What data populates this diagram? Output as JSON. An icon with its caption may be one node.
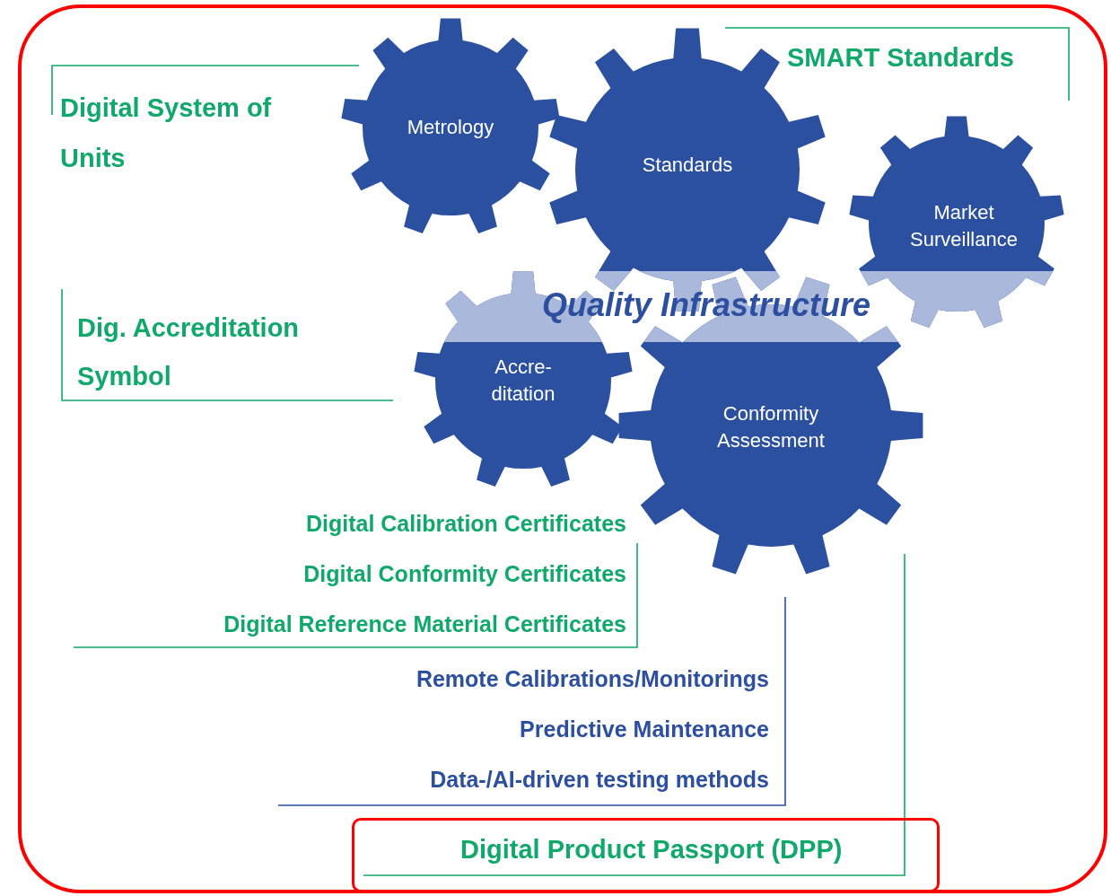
{
  "diagram": {
    "nodes": [
      {
        "text": [],
        "shape": "box"
      },
      {
        "text": [
          "Metrology"
        ],
        "in": 0
      },
      {
        "text": [
          "Standards"
        ],
        "in": 0
      },
      {
        "text": [
          "Market Surveillance"
        ],
        "in": 0
      },
      {
        "text": [
          "Accre- ditation"
        ],
        "in": 0
      },
      {
        "text": [
          "Conformity Assessment"
        ],
        "in": 0
      },
      {
        "text": [
          "Digital Product Passport (DPP)"
        ],
        "in": 0
      }
    ],
    "labels": [
      "SMART Standards",
      "Digital System of Units",
      "Dig. Accreditation Symbol",
      "Quality Infrastructure",
      "Digital Calibration Certificates",
      "Digital Conformity Certificates",
      "Digital Reference Material Certificates",
      "Remote Calibrations/Monitorings",
      "Predictive Maintenance",
      "Data-/AI-driven testing methods"
    ]
  }
}
